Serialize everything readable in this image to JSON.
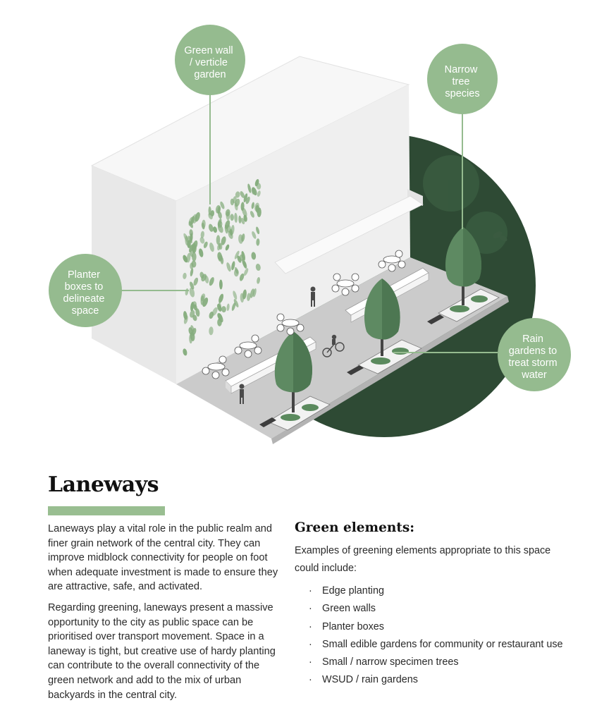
{
  "callouts": {
    "green_wall": [
      "Green wall",
      "/ verticle",
      "garden"
    ],
    "narrow_tree": [
      "Narrow",
      "tree",
      "species"
    ],
    "planter": [
      "Planter",
      "boxes to",
      "delineate",
      "space"
    ],
    "rain": [
      "Rain",
      "gardens to",
      "treat storm",
      "water"
    ]
  },
  "title": "Laneways",
  "left_paragraphs": [
    "Laneways play a vital role in the public realm and finer grain network of the central city. They can improve midblock connectivity for people on foot when adequate investment is made to ensure they are attractive, safe, and activated.",
    "Regarding greening, laneways present a massive opportunity to the city as public space can be prioritised over transport movement. Space in a laneway is tight, but creative use of hardy planting can contribute to the overall connectivity of the green network and add to the mix of urban backyards in the central city."
  ],
  "green_elements": {
    "heading": "Green elements:",
    "intro": "Examples of greening elements appropriate to this space could include:",
    "bullet": "·",
    "items": [
      "Edge planting",
      "Green walls",
      "Planter boxes",
      "Small edible gardens for community or restaurant use",
      "Small / narrow specimen trees",
      "WSUD / rain gardens"
    ]
  },
  "colors": {
    "accent": "#99be91",
    "callout_fill": "#95bb8f",
    "dark_green": "#2e4a34",
    "building": "#ececec",
    "pavement": "#c9c9c9"
  }
}
